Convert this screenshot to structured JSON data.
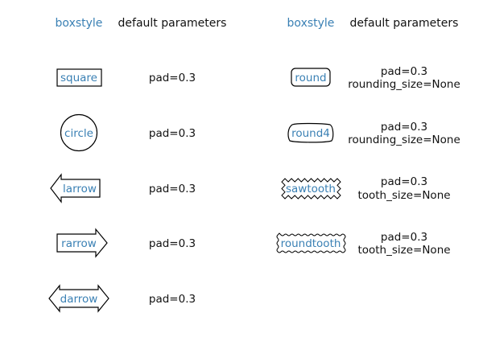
{
  "colors": {
    "name": "#3a80b4",
    "text": "#111111",
    "stroke": "#000000"
  },
  "headers": {
    "left": {
      "boxstyle": "boxstyle",
      "params": "default parameters"
    },
    "right": {
      "boxstyle": "boxstyle",
      "params": "default parameters"
    }
  },
  "left_styles": [
    {
      "name": "square",
      "shape": "square",
      "params": [
        "pad=0.3"
      ]
    },
    {
      "name": "circle",
      "shape": "circle",
      "params": [
        "pad=0.3"
      ]
    },
    {
      "name": "larrow",
      "shape": "larrow",
      "params": [
        "pad=0.3"
      ]
    },
    {
      "name": "rarrow",
      "shape": "rarrow",
      "params": [
        "pad=0.3"
      ]
    },
    {
      "name": "darrow",
      "shape": "darrow",
      "params": [
        "pad=0.3"
      ]
    }
  ],
  "right_styles": [
    {
      "name": "round",
      "shape": "round",
      "params": [
        "pad=0.3",
        "rounding_size=None"
      ]
    },
    {
      "name": "round4",
      "shape": "round4",
      "params": [
        "pad=0.3",
        "rounding_size=None"
      ]
    },
    {
      "name": "sawtooth",
      "shape": "sawtooth",
      "params": [
        "pad=0.3",
        "tooth_size=None"
      ]
    },
    {
      "name": "roundtooth",
      "shape": "roundtooth",
      "params": [
        "pad=0.3",
        "tooth_size=None"
      ]
    }
  ]
}
